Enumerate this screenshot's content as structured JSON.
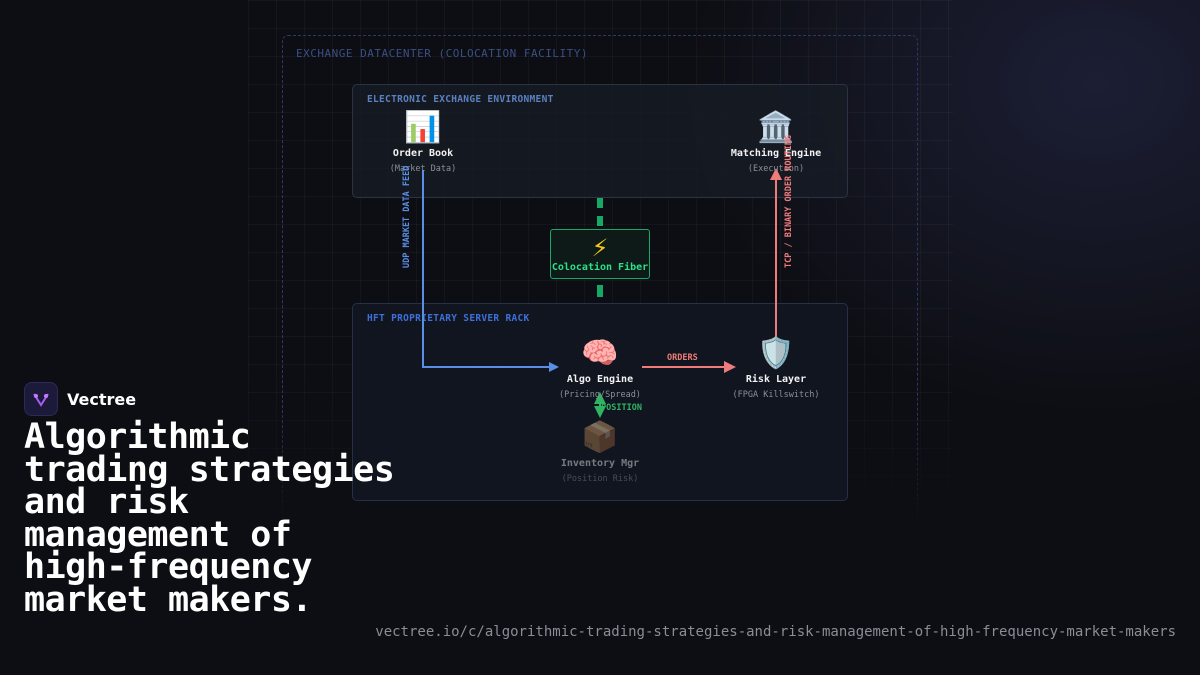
{
  "diagram": {
    "datacenter_label": "EXCHANGE DATACENTER (COLOCATION FACILITY)",
    "exchange_zone_label": "ELECTRONIC EXCHANGE ENVIRONMENT",
    "hft_zone_label": "HFT PROPRIETARY SERVER RACK",
    "nodes": {
      "order_book": {
        "icon": "bar-chart-icon",
        "title": "Order Book",
        "sub": "(Market Data)"
      },
      "matching_engine": {
        "icon": "bank-building-icon",
        "title": "Matching Engine",
        "sub": "(Execution)"
      },
      "fiber": {
        "icon": "lightning-icon",
        "title": "Colocation Fiber"
      },
      "algo_engine": {
        "icon": "brain-icon",
        "title": "Algo Engine",
        "sub": "(Pricing/Spread)"
      },
      "risk_layer": {
        "icon": "shield-icon",
        "title": "Risk Layer",
        "sub": "(FPGA Killswitch)"
      },
      "inventory": {
        "icon": "package-icon",
        "title": "Inventory Mgr",
        "sub": "(Position Risk)"
      }
    },
    "edges": {
      "udp": "UDP MARKET DATA FEED",
      "tcp": "TCP / BINARY ORDER ROUTING",
      "orders": "ORDERS",
      "position": "POSITION"
    },
    "colors": {
      "udp": "#5a8fe6",
      "tcp": "#f07b7b",
      "fiber": "#18a866",
      "position": "#2fb463"
    }
  },
  "brand": {
    "name": "Vectree"
  },
  "headline": "Algorithmic trading strategies and risk management of high-frequency market makers.",
  "url": "vectree.io/c/algorithmic-trading-strategies-and-risk-management-of-high-frequency-market-makers"
}
